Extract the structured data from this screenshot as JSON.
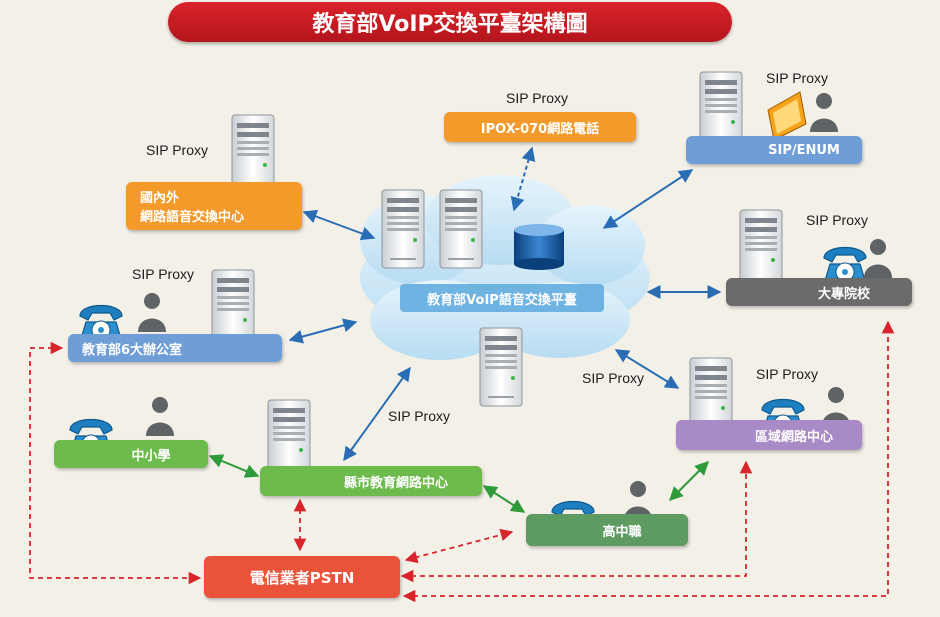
{
  "title": "教育部VoIP交換平臺架構圖",
  "colors": {
    "title_red": "#c91c22",
    "orange": "#f39a2a",
    "blue": "#6f9ed6",
    "grey": "#6b6b6b",
    "green": "#6dbb4c",
    "purple": "#a88ac6",
    "pstn": "#e8533a",
    "cloud": "#cfe8f7",
    "link_blue": "#2a6db5",
    "link_green": "#2e9a3a",
    "link_red": "#d8252b"
  },
  "nodes": {
    "ipox": {
      "proxy": "SIP Proxy",
      "label": "IPOX-070網路電話"
    },
    "intl": {
      "proxy": "SIP Proxy",
      "label_line1": "國內外",
      "label_line2": "網路語音交換中心"
    },
    "sip_enum": {
      "proxy": "SIP Proxy",
      "label": "SIP/ENUM"
    },
    "college": {
      "proxy": "SIP Proxy",
      "label": "大專院校"
    },
    "moe_office": {
      "proxy": "SIP Proxy",
      "label": "教育部6大辦公室"
    },
    "platform": {
      "label": "教育部VoIP語音交換平臺"
    },
    "regional": {
      "proxy": "SIP Proxy",
      "label": "區域網路中心"
    },
    "cloud_proxy": {
      "proxy": "SIP Proxy"
    },
    "county": {
      "proxy": "SIP Proxy",
      "label": "縣市教育網路中心"
    },
    "primary": {
      "label": "中小學"
    },
    "high_school": {
      "label": "高中職"
    },
    "pstn": {
      "label": "電信業者PSTN"
    }
  },
  "icons": [
    "server-icon",
    "database-icon",
    "telephone-icon",
    "person-icon",
    "monitor-icon",
    "cloud-icon"
  ]
}
